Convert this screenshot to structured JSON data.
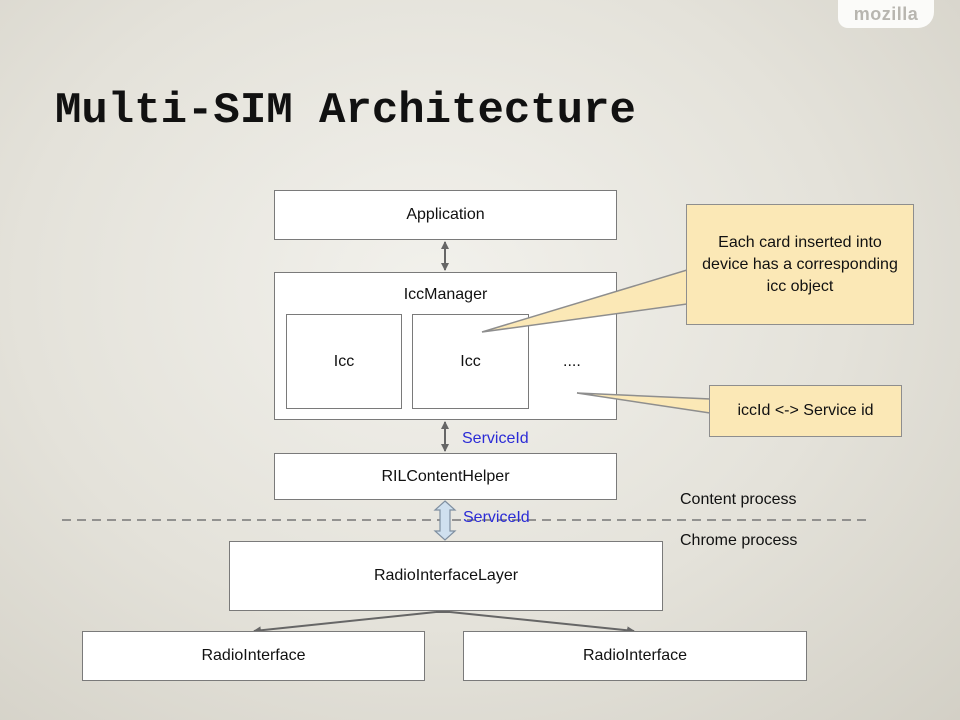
{
  "brand": {
    "logo_text": "mozilla"
  },
  "slide": {
    "title": "Multi-SIM Architecture"
  },
  "diagram": {
    "application": "Application",
    "icc_manager": "IccManager",
    "icc_1": "Icc",
    "icc_2": "Icc",
    "icc_more": "....",
    "ril_content_helper": "RILContentHelper",
    "service_id_label_1": "ServiceId",
    "service_id_label_2": "ServiceId",
    "radio_interface_layer": "RadioInterfaceLayer",
    "radio_interface_1": "RadioInterface",
    "radio_interface_2": "RadioInterface",
    "content_process": "Content process",
    "chrome_process": "Chrome process",
    "callout_icc_object": "Each card inserted into device has a corresponding icc object",
    "callout_service_id": "iccId <-> Service id"
  },
  "colors": {
    "callout_fill": "#fbe8b6",
    "service_id_text": "#2b2bd6",
    "box_border": "#7a7a7a"
  }
}
